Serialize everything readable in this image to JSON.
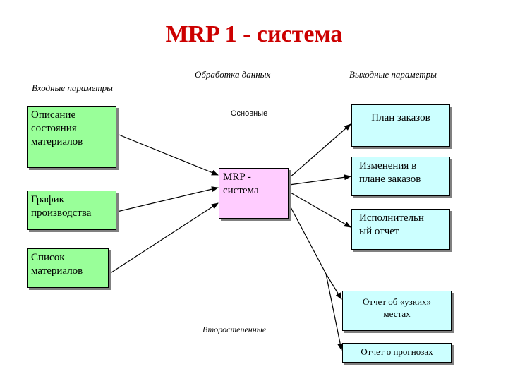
{
  "title": "MRP 1 - система",
  "headers": {
    "input": "Входные параметры",
    "processing": "Обработка данных",
    "output": "Выходные параметры"
  },
  "labels": {
    "main": "Основные",
    "secondary": "Второстепенные"
  },
  "inputs": [
    {
      "text": "Описание\nсостояния\nматериалов"
    },
    {
      "text": "График\nпроизводства"
    },
    {
      "text": "Список\nматериалов"
    }
  ],
  "process": {
    "text": "MRP -\nсистема"
  },
  "outputs": [
    {
      "text": "План заказов"
    },
    {
      "text": "Изменения в\nплане заказов"
    },
    {
      "text": "Исполнительн\nый отчет"
    },
    {
      "text": "Отчет об «узких»\nместах"
    },
    {
      "text": "Отчет о прогнозах"
    }
  ],
  "colors": {
    "title": "#cc0000",
    "input_box": "#99ff99",
    "process_box": "#ffccff",
    "output_box": "#ccffff"
  }
}
